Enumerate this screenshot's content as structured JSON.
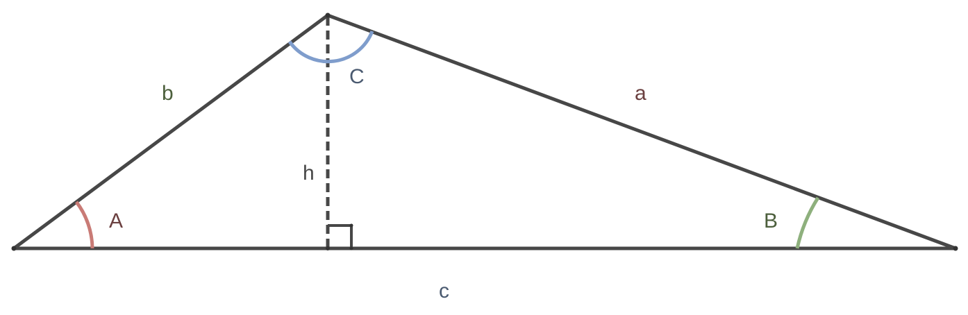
{
  "labels": {
    "side_a": "a",
    "side_b": "b",
    "side_c": "c",
    "altitude": "h",
    "angle_A": "A",
    "angle_B": "B",
    "angle_C": "C"
  },
  "colors": {
    "edge": "#474747",
    "arc_A": "#c97b76",
    "arc_B": "#8eb07d",
    "arc_C": "#7f9dcc",
    "label_a": "#6b4040",
    "label_b": "#4c5f3c",
    "label_c": "#4a5a70",
    "label_h": "#474747",
    "label_A": "#6b4040",
    "label_B": "#4c5f3c",
    "label_C": "#4a5a70"
  }
}
